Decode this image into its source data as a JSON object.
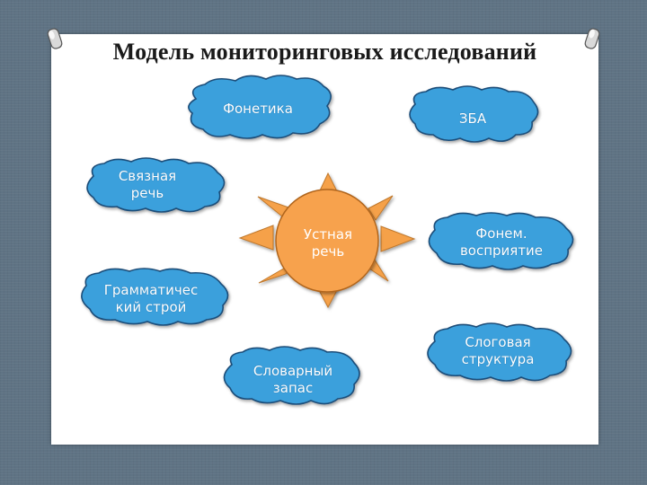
{
  "slide": {
    "title": "Модель мониторинговых исследований"
  },
  "colors": {
    "background": "#5f7384",
    "panel": "#ffffff",
    "cloud_fill": "#3aa0dc",
    "cloud_stroke": "#1f4e79",
    "sun_fill": "#f5a14a",
    "sun_stroke": "#a65a12",
    "ray_fill": "#f5a14a"
  },
  "icons": [
    "pin-icon",
    "cloud-shape",
    "sun-shape"
  ],
  "diagram": {
    "center": {
      "line1": "Устная",
      "line2": "речь"
    },
    "nodes": [
      {
        "id": "phonetics",
        "line1": "Фонетика",
        "line2": ""
      },
      {
        "id": "zba",
        "line1": "ЗБА",
        "line2": ""
      },
      {
        "id": "connected-speech",
        "line1": "Связная",
        "line2": "речь"
      },
      {
        "id": "phonemic-perception",
        "line1": "Фонем.",
        "line2": "восприятие"
      },
      {
        "id": "grammar",
        "line1": "Грамматичес",
        "line2": "кий строй"
      },
      {
        "id": "syllable-structure",
        "line1": "Слоговая",
        "line2": "структура"
      },
      {
        "id": "vocabulary",
        "line1": "Словарный",
        "line2": "запас"
      }
    ]
  }
}
